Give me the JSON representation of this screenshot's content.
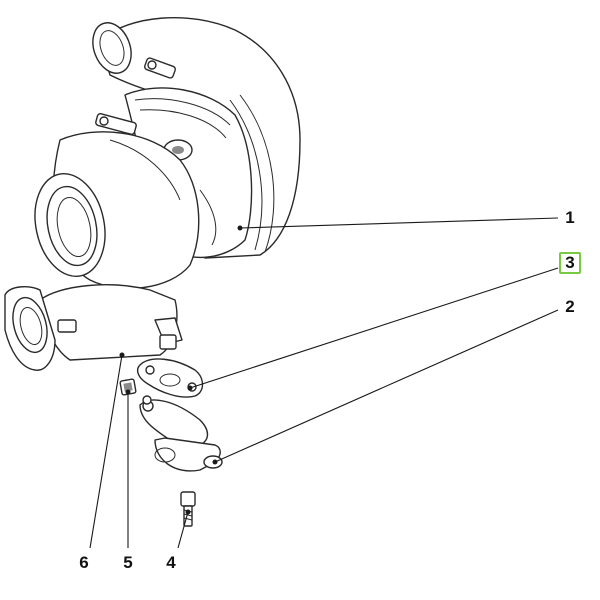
{
  "callouts": [
    {
      "id": "1",
      "label": "1"
    },
    {
      "id": "2",
      "label": "2"
    },
    {
      "id": "3",
      "label": "3",
      "highlighted": true
    },
    {
      "id": "4",
      "label": "4"
    },
    {
      "id": "5",
      "label": "5"
    },
    {
      "id": "6",
      "label": "6"
    }
  ],
  "colors": {
    "highlight": "#7ac943",
    "line": "#2a2a2a",
    "background": "#ffffff"
  }
}
